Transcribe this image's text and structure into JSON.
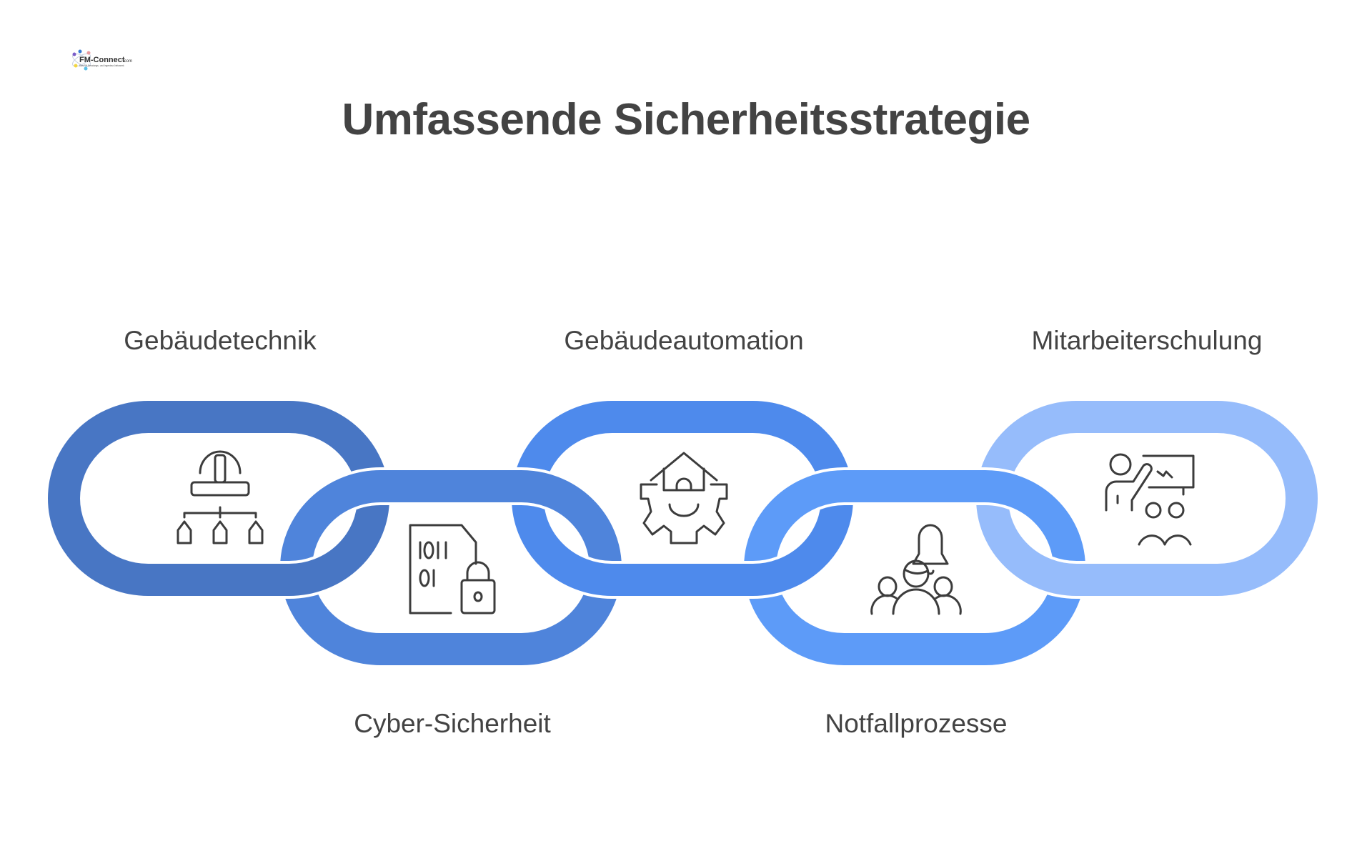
{
  "logo": {
    "text": "FM-Connect.com",
    "tagline": "Das FM-Beratungs- und Ingenieur-Netzwerk"
  },
  "title": "Umfassende Sicherheitsstrategie",
  "links": [
    {
      "label": "Gebäudetechnik",
      "icon": "hardhat-hierarchy-icon",
      "color": "#4876C4"
    },
    {
      "label": "Cyber-Sicherheit",
      "icon": "binary-file-lock-icon",
      "color": "#4F84DB"
    },
    {
      "label": "Gebäudeautomation",
      "icon": "house-gear-icon",
      "color": "#4E8AEC"
    },
    {
      "label": "Notfallprozesse",
      "icon": "bell-people-icon",
      "color": "#5D9BF8"
    },
    {
      "label": "Mitarbeiterschulung",
      "icon": "trainer-audience-icon",
      "color": "#96BCFB"
    }
  ]
}
